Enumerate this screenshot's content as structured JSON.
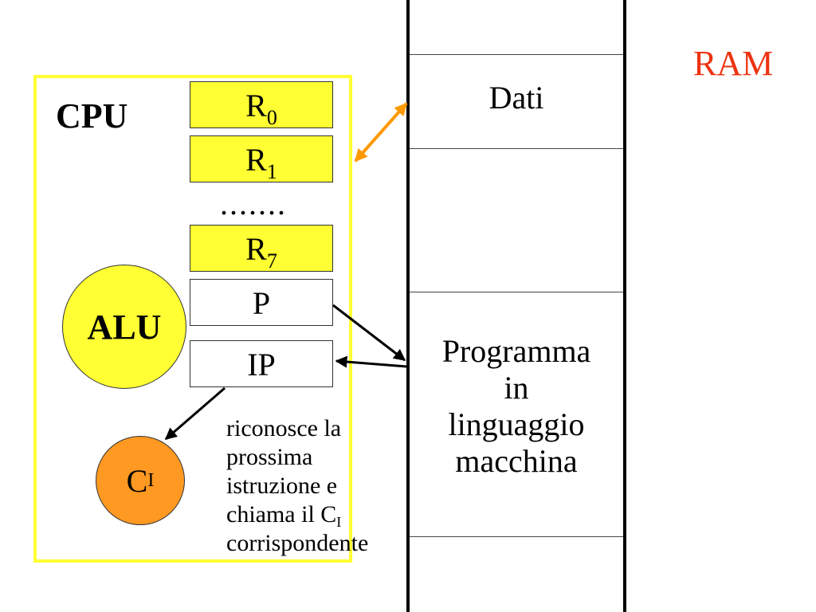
{
  "cpu": {
    "label": "CPU",
    "registers": [
      {
        "name": "R",
        "sub": "0"
      },
      {
        "name": "R",
        "sub": "1"
      },
      {
        "name": "R",
        "sub": "7"
      }
    ],
    "ellipsis": ".......",
    "p_label": "P",
    "ip_label": "IP",
    "alu_label": "ALU",
    "ci": {
      "name": "C",
      "sub": "I"
    }
  },
  "note": {
    "line1": "riconosce la",
    "line2": "prossima",
    "line3": "istruzione e",
    "line4_main": "chiama il C",
    "line4_sub": "I",
    "line5": "corrispondente"
  },
  "ram": {
    "label": "RAM",
    "dati_label": "Dati",
    "program_lines": [
      "Programma",
      "in",
      "linguaggio",
      "macchina"
    ]
  },
  "colors": {
    "yellow": "#ffff33",
    "orange": "#ff9922",
    "arrow_orange": "#ff9900",
    "ram_red": "#ee3311"
  }
}
